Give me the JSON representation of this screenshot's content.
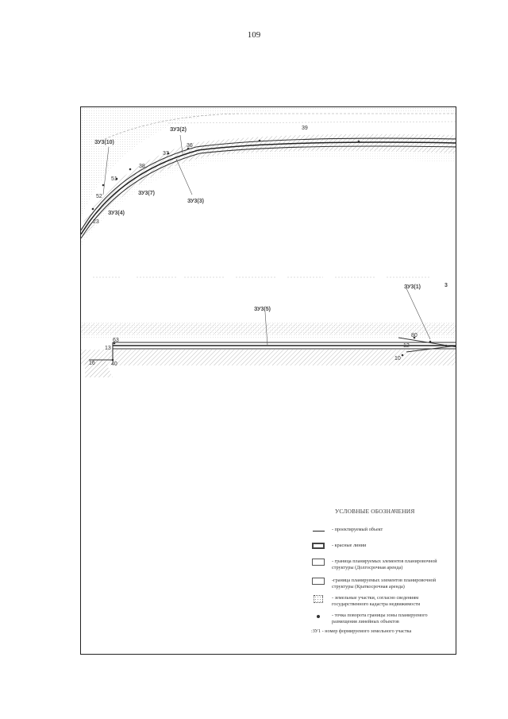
{
  "page": {
    "number": "109"
  },
  "map": {
    "plots": [
      "ЗУ3(10)",
      "ЗУ3(2)",
      "ЗУ3(7)",
      "ЗУ3(4)",
      "ЗУ3(3)",
      "ЗУ3(5)",
      "ЗУ3(1)",
      "3"
    ],
    "points": [
      "39",
      "36",
      "37",
      "38",
      "51",
      "52",
      "23",
      "80",
      "63",
      "12",
      "13",
      "40",
      "10",
      "16"
    ]
  },
  "legend": {
    "title": "УСЛОВНЫЕ ОБОЗНАЧЕНИЯ",
    "items": [
      {
        "symbol": "line-icon",
        "text": "- проектируемый объект"
      },
      {
        "symbol": "red-line-icon",
        "text": "- красные линии"
      },
      {
        "symbol": "long-lease-icon",
        "text": "- граница планируемых элементов планировочной структуры (Долгосрочная аренда)"
      },
      {
        "symbol": "short-lease-icon",
        "text": "-граница планируемых элементов планировочной структуры (Краткосрочная аренда)"
      },
      {
        "symbol": "cadastre-icon",
        "text": "- земельные участки, согласно сведениям государственного кадастра недвижимости"
      },
      {
        "symbol": "point-icon",
        "text": "- точка поворота границы зоны планируемого размещения линейных объектов"
      },
      {
        "symbol": "none",
        "text": ":ЗУ1 - номер формируемого земельного участка"
      }
    ]
  }
}
